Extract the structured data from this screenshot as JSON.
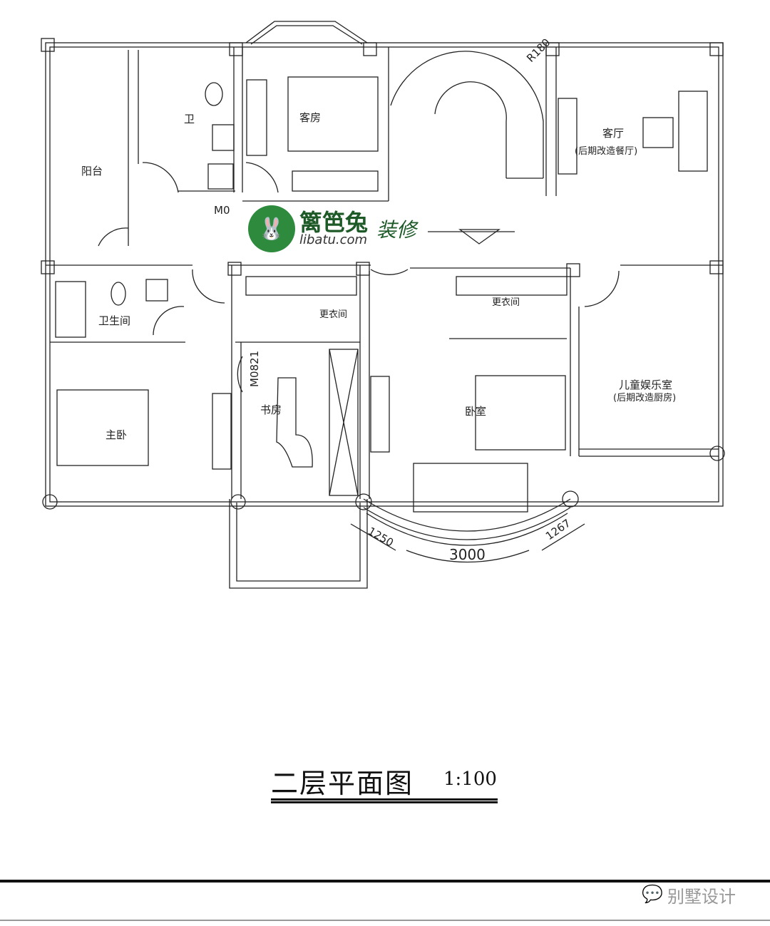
{
  "plan": {
    "rooms": {
      "balcony": "阳台",
      "wc": "卫",
      "guest_room": "客房",
      "living_room": "客厅",
      "living_room_note": "(后期改造餐厅)",
      "bathroom": "卫生间",
      "closet_left": "更衣间",
      "closet_right": "更衣间",
      "master_bedroom": "主卧",
      "study": "书房",
      "bedroom": "卧室",
      "kids_room": "儿童娱乐室",
      "kids_room_note": "(后期改造厨房)"
    },
    "door_tags": {
      "m0821": "M0821",
      "m0_top": "M0"
    },
    "dimensions": {
      "left_arc": "1250",
      "center_arc": "3000",
      "right_arc": "1267",
      "stair_radius": "R180"
    }
  },
  "logo": {
    "icon": "rabbit-logo",
    "brand_cn": "篱笆兔",
    "brand_url": "libatu.com",
    "suffix": "装修",
    "color": "#2e8b3e"
  },
  "drawing_title": "二层平面图",
  "drawing_scale": "1:100",
  "watermark": {
    "icon": "wechat-icon",
    "text": "别墅设计"
  }
}
